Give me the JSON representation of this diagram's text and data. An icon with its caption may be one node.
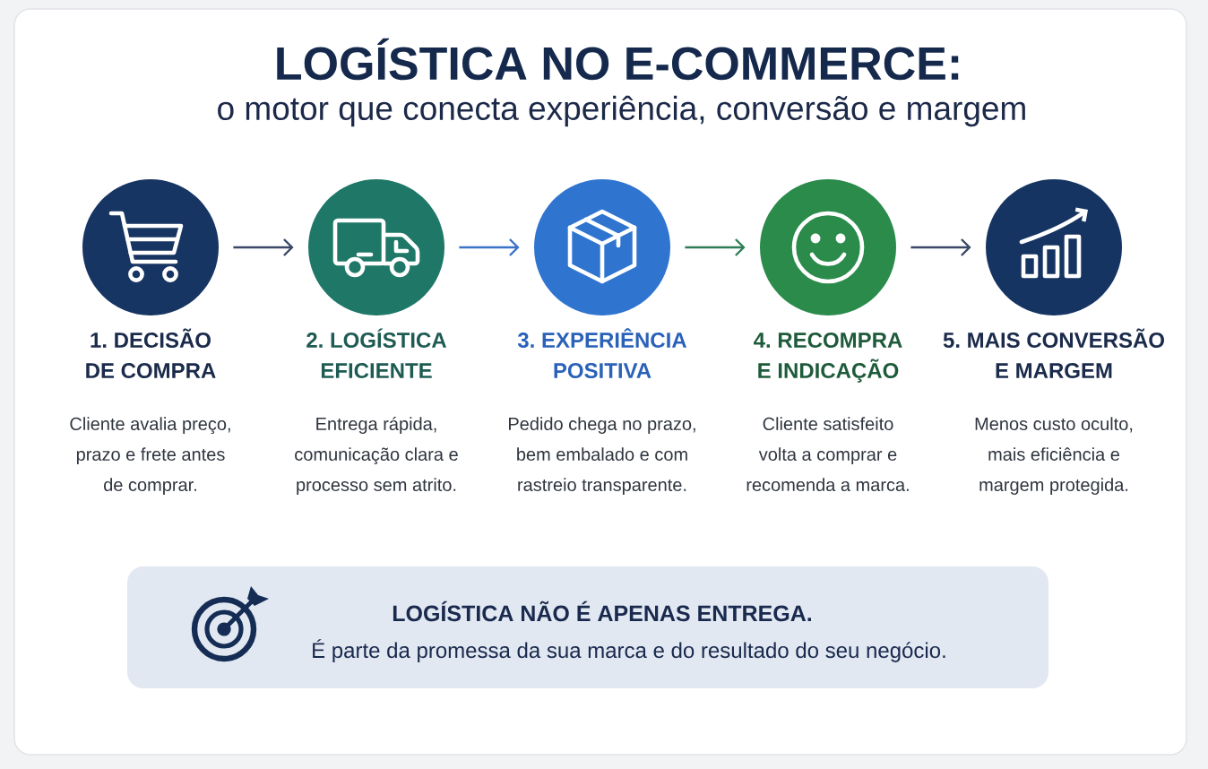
{
  "diagram": {
    "title": "LOGÍSTICA NO E-COMMERCE:",
    "nodes": [
      {
        "text": [
          "1. DECISÃO DE COMPRA",
          "Cliente avalia preço, prazo e frete antes de comprar."
        ]
      },
      {
        "text": [
          "2. LOGÍSTICA EFICIENTE",
          "Entrega rápida, comunicação clara e processo sem atrito."
        ]
      },
      {
        "text": [
          "3. EXPERIÊNCIA POSITIVA",
          "Pedido chega no prazo, bem embalado e com rastreio transparente."
        ]
      },
      {
        "text": [
          "4. RECOMPRA E INDICAÇÃO",
          "Cliente satisfeito volta a comprar e recomenda a marca."
        ]
      },
      {
        "text": [
          "5. MAIS CONVERSÃO E MARGEM",
          "Menos custo oculto, mais eficiência e margem protegida."
        ]
      },
      {
        "text": [
          "LOGÍSTICA NÃO É APENAS ENTREGA.",
          "É parte da promessa da sua marca e do resultado do seu negócio."
        ]
      }
    ],
    "edges": [
      {
        "from": 0,
        "to": 1,
        "arrow": "to"
      },
      {
        "from": 1,
        "to": 2,
        "arrow": "to",
        "color": "#3a72c8"
      },
      {
        "from": 2,
        "to": 3,
        "arrow": "to",
        "color": "#2e7d55"
      },
      {
        "from": 3,
        "to": 4,
        "arrow": "to"
      }
    ],
    "labels": [
      "o motor que conecta experiência, conversão e margem"
    ]
  }
}
